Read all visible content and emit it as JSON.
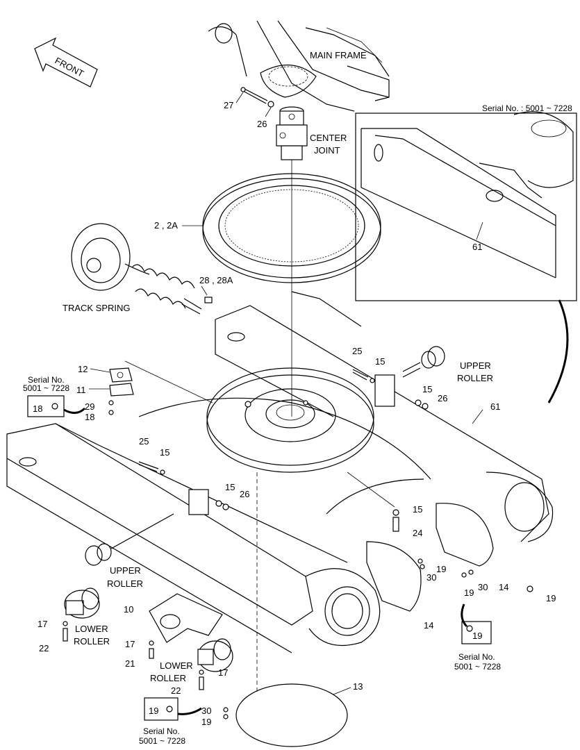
{
  "front_arrow": {
    "label": "FRONT"
  },
  "inset": {
    "serial": "Serial No. : 5001 ~ 7228",
    "part": "61"
  },
  "labels": {
    "main_frame": "MAIN FRAME",
    "center_joint_1": "CENTER",
    "center_joint_2": "JOINT",
    "track_spring": "TRACK SPRING",
    "upper_roller_a1": "UPPER",
    "upper_roller_a2": "ROLLER",
    "upper_roller_b1": "UPPER",
    "upper_roller_b2": "ROLLER",
    "lower_roller_a1": "LOWER",
    "lower_roller_a2": "ROLLER",
    "lower_roller_b1": "LOWER",
    "lower_roller_b2": "ROLLER"
  },
  "serial_boxes": {
    "left": {
      "line1": "Serial No.",
      "line2": "5001 ~ 7228",
      "part": "18"
    },
    "right": {
      "line1": "Serial No.",
      "line2": "5001 ~ 7228",
      "part": "19"
    },
    "bottom": {
      "line1": "Serial No.",
      "line2": "5001 ~ 7228",
      "part": "19"
    }
  },
  "callouts": {
    "p27": "27",
    "p26a": "26",
    "p2": "2 , 2A",
    "p28": "28 , 28A",
    "p12": "12",
    "p11": "11",
    "p29": "29",
    "p18": "18",
    "p25a": "25",
    "p15a": "15",
    "p15b": "15",
    "p26b": "26",
    "p61": "61",
    "p25b": "25",
    "p15c": "15",
    "p15d": "15",
    "p26c": "26",
    "p15e": "15",
    "p24": "24",
    "p19a": "19",
    "p30a": "30",
    "p14a": "14",
    "p19b": "19",
    "p30b": "30",
    "p14b": "14",
    "p19c": "19",
    "p10": "10",
    "p17a": "17",
    "p22a": "22",
    "p17b": "17",
    "p21": "21",
    "p17c": "17",
    "p22b": "22",
    "p13": "13",
    "p30c": "30",
    "p19d": "19"
  }
}
